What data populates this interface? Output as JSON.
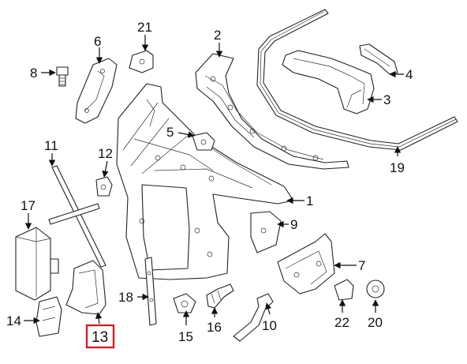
{
  "diagram": {
    "callouts": [
      {
        "id": "c1",
        "label": "1"
      },
      {
        "id": "c2",
        "label": "2"
      },
      {
        "id": "c3",
        "label": "3"
      },
      {
        "id": "c4",
        "label": "4"
      },
      {
        "id": "c5",
        "label": "5"
      },
      {
        "id": "c6",
        "label": "6"
      },
      {
        "id": "c7",
        "label": "7"
      },
      {
        "id": "c8",
        "label": "8"
      },
      {
        "id": "c9",
        "label": "9"
      },
      {
        "id": "c10",
        "label": "10"
      },
      {
        "id": "c11",
        "label": "11"
      },
      {
        "id": "c12",
        "label": "12"
      },
      {
        "id": "c13",
        "label": "13"
      },
      {
        "id": "c14",
        "label": "14"
      },
      {
        "id": "c15",
        "label": "15"
      },
      {
        "id": "c16",
        "label": "16"
      },
      {
        "id": "c17",
        "label": "17"
      },
      {
        "id": "c18",
        "label": "18"
      },
      {
        "id": "c19",
        "label": "19"
      },
      {
        "id": "c20",
        "label": "20"
      },
      {
        "id": "c21",
        "label": "21"
      },
      {
        "id": "c22",
        "label": "22"
      }
    ],
    "highlighted_callout": "13",
    "colors": {
      "highlight": "#d0202a",
      "line": "#222222",
      "background": "#ffffff"
    }
  }
}
